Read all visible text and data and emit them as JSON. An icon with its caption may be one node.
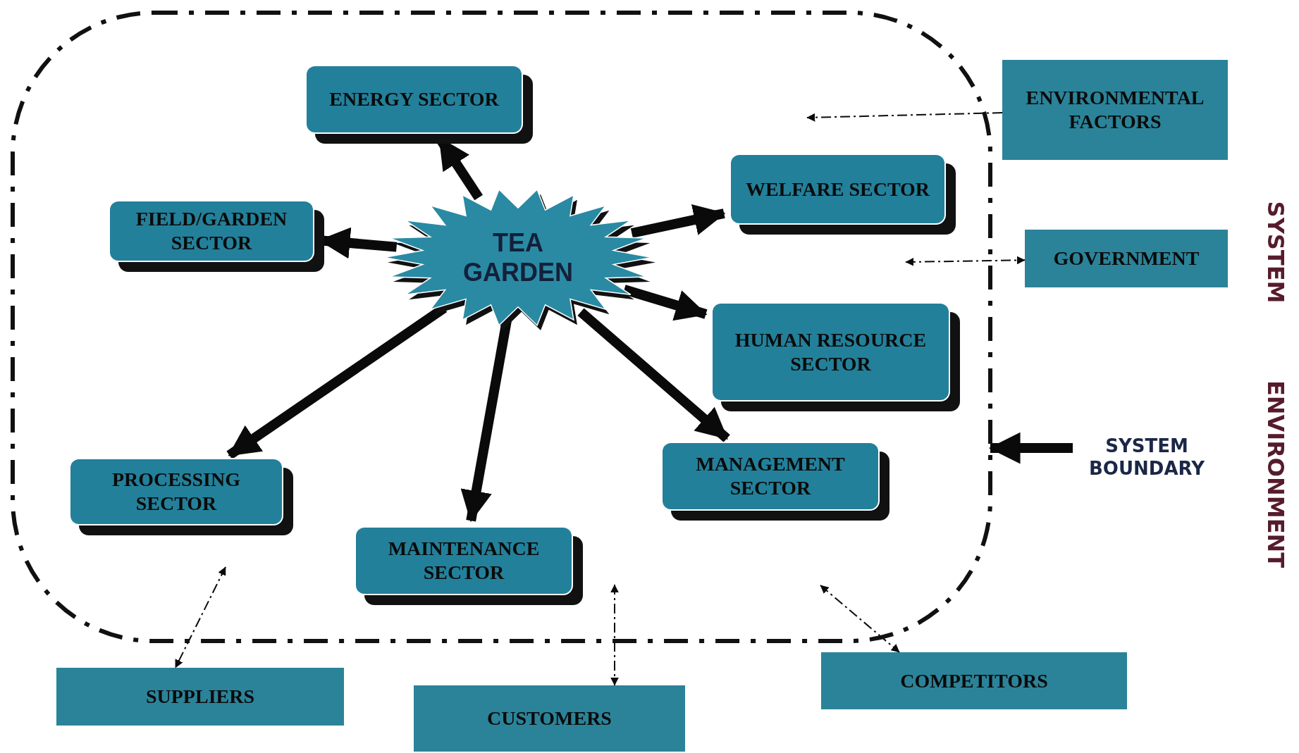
{
  "diagram": {
    "nodes": [
      {
        "text": [],
        "shape": "box"
      },
      {
        "text": [
          "ENERGY SECTOR"
        ],
        "in": 0
      },
      {
        "text": [
          "FIELD/GARDEN SECTOR"
        ],
        "in": 0
      },
      {
        "text": [
          "TEA GARDEN"
        ],
        "in": 0
      },
      {
        "text": [
          "WELFARE SECTOR"
        ],
        "in": 0
      },
      {
        "text": [
          "HUMAN RESOURCE SECTOR"
        ],
        "in": 0
      },
      {
        "text": [
          "PROCESSING SECTOR"
        ],
        "in": 0
      },
      {
        "text": [
          "MAINTENANCE SECTOR"
        ],
        "in": 0
      },
      {
        "text": [
          "MANAGEMENT SECTOR"
        ],
        "in": 0
      },
      {
        "text": [
          "ENVIRONMENTAL FACTORS"
        ]
      },
      {
        "text": [
          "GOVERNMENT"
        ]
      },
      {
        "text": [
          "SYSTEM BOUNDARY"
        ]
      },
      {
        "text": [
          "SUPPLIERS"
        ]
      },
      {
        "text": [
          "CUSTOMERS"
        ]
      },
      {
        "text": [
          "COMPETITORS"
        ]
      }
    ],
    "edges": [
      {
        "from": 3,
        "to": 1,
        "arrow": "to"
      },
      {
        "from": 3,
        "to": 2,
        "arrow": "to"
      },
      {
        "from": 3,
        "to": 4,
        "arrow": "to"
      },
      {
        "from": 3,
        "to": 5,
        "arrow": "to"
      },
      {
        "from": 3,
        "to": 6,
        "arrow": "to"
      },
      {
        "from": 3,
        "to": 7,
        "arrow": "to"
      },
      {
        "from": 3,
        "to": 8,
        "arrow": "to"
      },
      {
        "from": 9,
        "to": null,
        "arrow": "to",
        "style": "dashed"
      },
      {
        "from": null,
        "to": 10,
        "arrow": "both",
        "style": "dashed"
      },
      {
        "from": null,
        "to": 12,
        "arrow": "both",
        "style": "dashed"
      },
      {
        "from": null,
        "to": 13,
        "arrow": "both",
        "style": "dashed"
      },
      {
        "from": null,
        "to": 14,
        "arrow": "both",
        "style": "dashed"
      },
      {
        "from": 11,
        "to": 0,
        "arrow": "to"
      }
    ],
    "labels": [
      "SYSTEM",
      "ENVIRONMENT"
    ]
  }
}
